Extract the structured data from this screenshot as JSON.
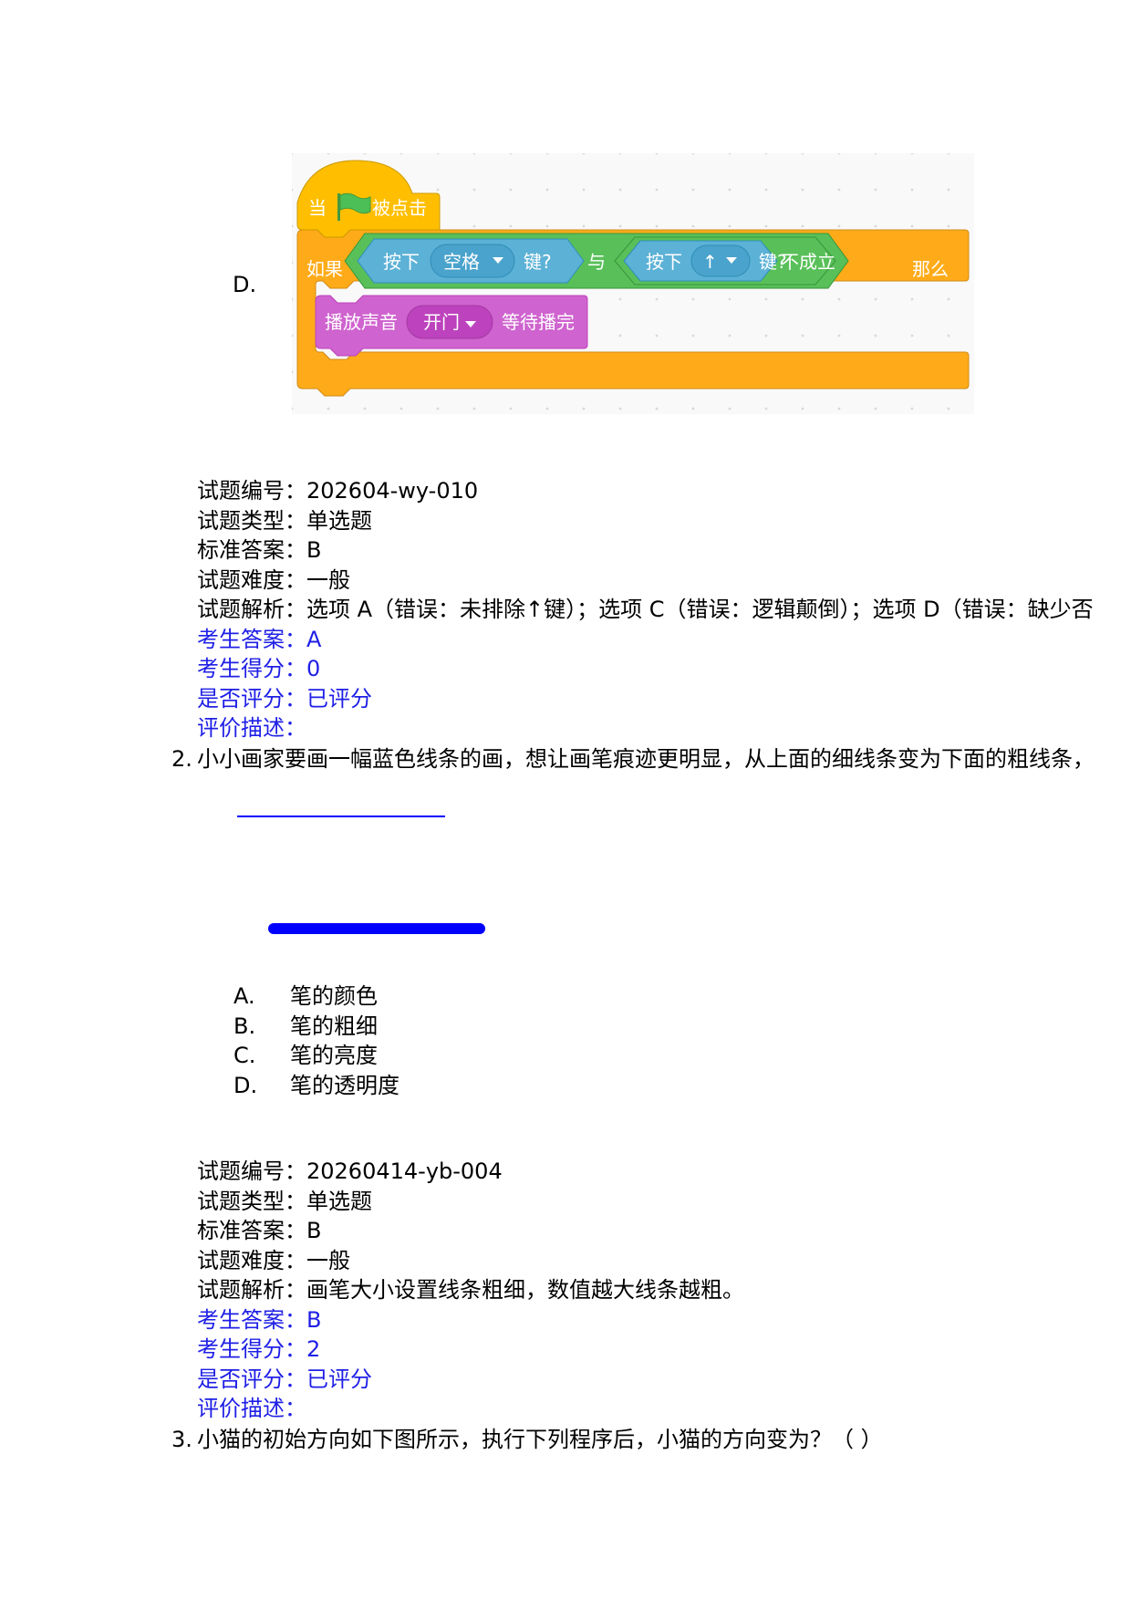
{
  "q1": {
    "option_d_label": "D.",
    "script": {
      "hat_when": "当",
      "hat_clicked": "被点击",
      "if_label": "如果",
      "key1_pressed": "按下",
      "key1_value": "空格",
      "key1_suffix": "键?",
      "and_label": "与",
      "key2_pressed": "按下",
      "key2_value": "↑",
      "key2_suffix": "键?",
      "not_label": "不成立",
      "then_label": "那么",
      "sound_label": "播放声音",
      "sound_value": "开门",
      "sound_suffix": "等待播完"
    },
    "meta": {
      "id": "试题编号：202604-wy-010",
      "type": "试题类型：单选题",
      "answer": "标准答案：B",
      "difficulty": "试题难度：一般",
      "analysis": "试题解析：选项 A（错误：未排除↑键）；选项 C（错误：逻辑颠倒）；选项  D（错误：缺少否",
      "student_answer": "考生答案：A",
      "student_score": "考生得分：0",
      "graded": "是否评分：已评分",
      "comment": "评价描述："
    }
  },
  "q2": {
    "number": "2.",
    "stem": "小小画家要画一幅蓝色线条的画，想让画笔痕迹更明显，从上面的细线条变为下面的粗线条，",
    "line_color": "#0000ff",
    "options": [
      {
        "letter": "A.",
        "text": "笔的颜色"
      },
      {
        "letter": "B.",
        "text": "笔的粗细"
      },
      {
        "letter": "C.",
        "text": "笔的亮度"
      },
      {
        "letter": "D.",
        "text": "笔的透明度"
      }
    ],
    "meta": {
      "id": "试题编号：20260414-yb-004",
      "type": "试题类型：单选题",
      "answer": "标准答案：B",
      "difficulty": "试题难度：一般",
      "analysis": "试题解析：画笔大小设置线条粗细，数值越大线条越粗。",
      "student_answer": "考生答案：B",
      "student_score": "考生得分：2",
      "graded": "是否评分：已评分",
      "comment": "评价描述："
    }
  },
  "q3": {
    "number": "3.",
    "stem": "小猫的初始方向如下图所示，执行下列程序后，小猫的方向变为？（    ）"
  },
  "colors": {
    "events_yellow": "#ffbf00",
    "control_orange": "#ffab19",
    "operator_green": "#59c059",
    "sensing_blue": "#5cb1d6",
    "sound_purple": "#cf63cf",
    "flag_green": "#4cbf56",
    "student_blue": "#1f1fe6"
  }
}
